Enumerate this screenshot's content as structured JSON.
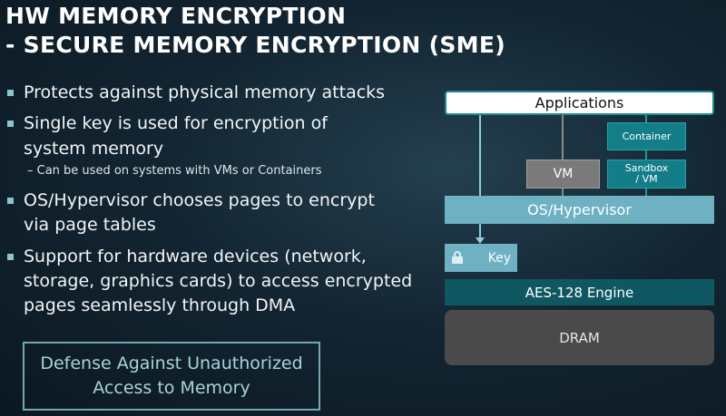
{
  "title": {
    "line1": "HW MEMORY ENCRYPTION",
    "line2": "- SECURE MEMORY ENCRYPTION (SME)"
  },
  "bullets": [
    {
      "lines": [
        "Protects against physical memory attacks"
      ]
    },
    {
      "lines": [
        "Single key is used for encryption of",
        "system memory"
      ],
      "sub": "– Can be used on systems with VMs or Containers"
    },
    {
      "lines": [
        "OS/Hypervisor chooses pages to encrypt",
        "via page tables"
      ]
    },
    {
      "lines": [
        "Support for hardware devices (network,",
        "storage, graphics cards) to access encrypted",
        "pages seamlessly through DMA"
      ]
    }
  ],
  "callout": "Defense Against Unauthorized\nAccess to Memory",
  "diagram": {
    "applications": "Applications",
    "container": "Container",
    "sandbox": "Sandbox\n/ VM",
    "vm": "VM",
    "os": "OS/Hypervisor",
    "key": "Key",
    "key_icon": "lock-icon",
    "aes": "AES-128 Engine",
    "dram": "DRAM"
  }
}
